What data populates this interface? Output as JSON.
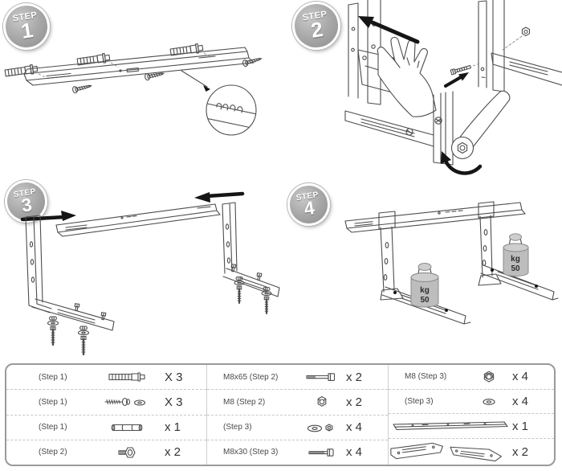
{
  "steps": [
    {
      "label": "STEP",
      "number": "1"
    },
    {
      "label": "STEP",
      "number": "2"
    },
    {
      "label": "STEP",
      "number": "3"
    },
    {
      "label": "STEP",
      "number": "4"
    }
  ],
  "step4_weights": {
    "unit": "kg",
    "value": "50"
  },
  "parts_table": {
    "columns": [
      {
        "rows": [
          {
            "label": "(Step 1)",
            "icon": "wall-anchor",
            "qty": "X 3"
          },
          {
            "label": "(Step 1)",
            "icon": "screw-with-washer",
            "qty": "X 3"
          },
          {
            "label": "(Step 1)",
            "icon": "spacer-sleeve",
            "qty": "x 1"
          },
          {
            "label": "(Step 2)",
            "icon": "short-hex-bolt",
            "qty": "x 2"
          }
        ]
      },
      {
        "rows": [
          {
            "label": "M8x65 (Step 2)",
            "icon": "hex-bolt-long",
            "qty": "x 2"
          },
          {
            "label": "M8 (Step 2)",
            "icon": "hex-nut",
            "qty": "x 2"
          },
          {
            "label": "(Step 3)",
            "icon": "washer-and-nut",
            "qty": "x 4"
          },
          {
            "label": "M8x30 (Step 3)",
            "icon": "hex-bolt-medium",
            "qty": "x 4"
          }
        ]
      },
      {
        "rows": [
          {
            "label": "M8 (Step 3)",
            "icon": "hex-nut-top",
            "qty": "x 4"
          },
          {
            "label": "(Step 3)",
            "icon": "washer",
            "qty": "x 4"
          },
          {
            "label": "",
            "icon": "cross-rail",
            "qty": "x 1"
          },
          {
            "label": "",
            "icon": "bracket-arms",
            "qty": "x 2"
          }
        ]
      }
    ]
  },
  "colors": {
    "line": "#4d4d4d",
    "badge": "#9e9e9e",
    "weight_fill": "#bdbdbd",
    "table_border": "#9a9a9a"
  }
}
